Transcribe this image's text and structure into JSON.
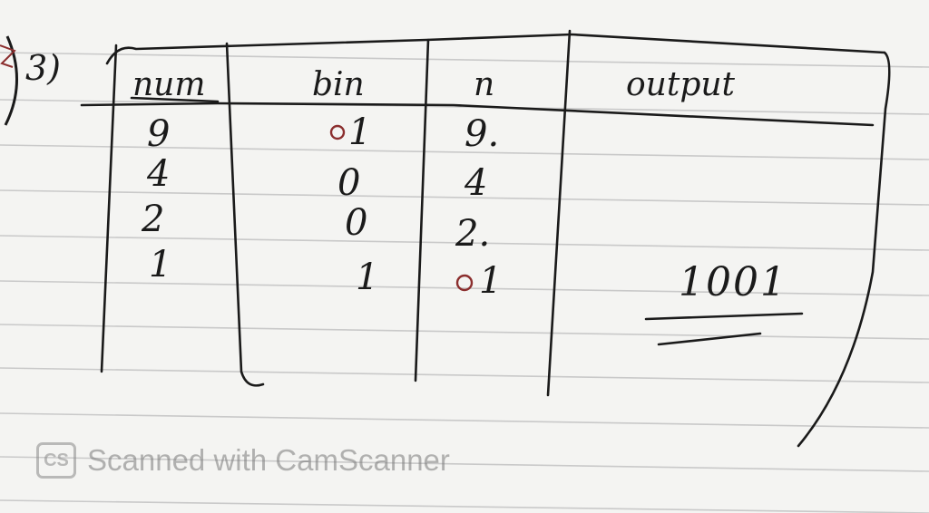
{
  "problem": {
    "number": "3)"
  },
  "table": {
    "columns": [
      "num",
      "bin",
      "n",
      "output"
    ],
    "rows": [
      {
        "num": "9",
        "bin": "1",
        "n": "9."
      },
      {
        "num": "4",
        "bin": "0",
        "n": "4"
      },
      {
        "num": "2",
        "bin": "0",
        "n": "2."
      },
      {
        "num": "1",
        "bin": "1",
        "n": "1"
      }
    ],
    "output": "1001"
  },
  "watermark": {
    "logo": "CS",
    "text": "Scanned with CamScanner"
  },
  "colors": {
    "paper": "#f4f4f2",
    "rule_line": "#c9c9c9",
    "ink": "#1a1a1a",
    "red_ink": "#8b2e2e"
  }
}
